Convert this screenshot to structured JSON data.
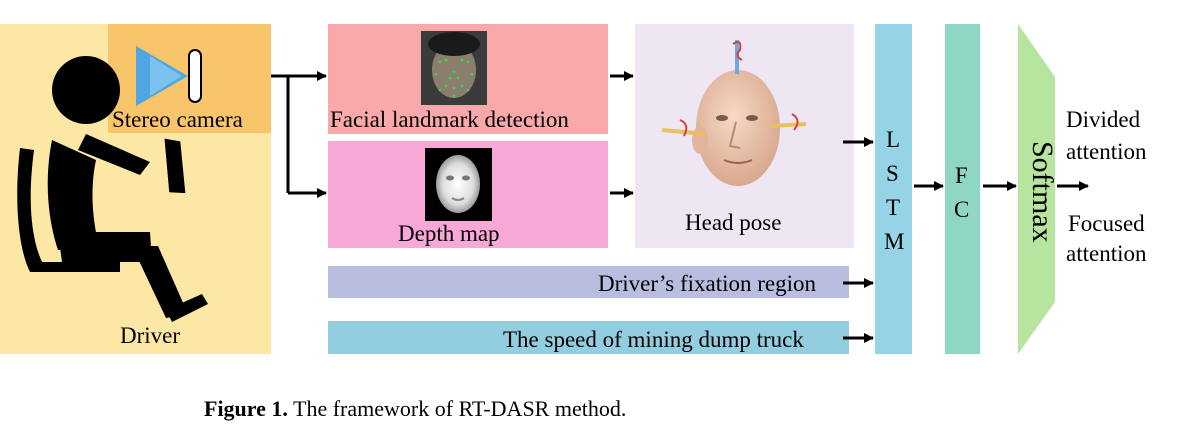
{
  "diagram": {
    "driver_panel": {
      "label": "Driver",
      "color": "#FDE7A4"
    },
    "camera_panel": {
      "label": "Stereo camera",
      "color": "#F9C56A",
      "lens_color": "#4FA6E0"
    },
    "facial_panel": {
      "label": "Facial landmark detection",
      "color": "#F9A9A9"
    },
    "depth_panel": {
      "label": "Depth map",
      "color": "#F7A8D6"
    },
    "head_panel": {
      "label": "Head pose",
      "color": "#EEE6F2"
    },
    "fixation_bar": {
      "label": "Driver’s fixation region",
      "color": "#B9BEE0"
    },
    "speed_bar": {
      "label": "The speed of mining dump truck",
      "color": "#93CDE0"
    },
    "lstm": {
      "letters": [
        "L",
        "S",
        "T",
        "M"
      ],
      "color": "#95D3E6"
    },
    "fc": {
      "letters": [
        "F",
        "C"
      ],
      "color": "#8FD6C4"
    },
    "softmax": {
      "label": "Softmax",
      "color": "#B7E5A0"
    },
    "outputs": [
      {
        "line1": "Divided",
        "line2": "attention"
      },
      {
        "line1": "Focused",
        "line2": "attention"
      }
    ]
  },
  "caption": {
    "label": "Figure 1.",
    "text": "The framework of RT-DASR method."
  }
}
